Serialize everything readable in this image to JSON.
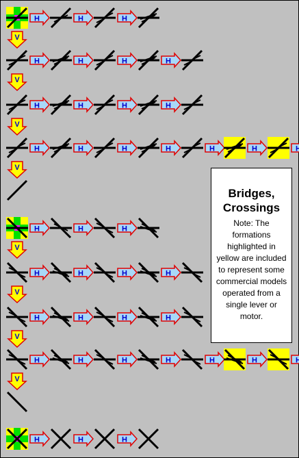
{
  "note": {
    "title_line1": "Bridges,",
    "title_line2": "Crossings",
    "text": "Note: The formations highlighted in yellow are included to represent some commercial models operated from a single lever or motor."
  },
  "labels": {
    "horizontal": "H",
    "vertical": "V"
  },
  "colors": {
    "background": "#c0c0c0",
    "highlight": "#ffff00",
    "arrow_h_fill": "#a8d8f8",
    "arrow_h_stroke": "#e00000",
    "arrow_v_fill": "#ffff00",
    "arrow_v_stroke": "#e00000",
    "label": "#0000cc",
    "track": "#000000"
  },
  "groups": [
    {
      "id": "single-slip-group",
      "rows": [
        [
          "cross-start",
          "single-a",
          "single-b",
          "single-c"
        ],
        [
          "dbl-a",
          "dbl-b",
          "dbl-c",
          "dbl-d",
          "dbl-e"
        ],
        [
          "dbl-f",
          "dbl-g",
          "dbl-h",
          "dbl-i",
          "dbl-j"
        ],
        [
          "dbl-k",
          "dbl-l",
          "dbl-m",
          "dbl-n",
          "dbl-o",
          "dbl-hl1",
          "dbl-hl2",
          "dbl-p"
        ],
        [
          "single-end"
        ]
      ],
      "highlighted": [
        [
          3,
          5
        ],
        [
          3,
          6
        ]
      ]
    },
    {
      "id": "back-slip-group",
      "rows": [
        [
          "cross-start",
          "bk-a",
          "bk-b",
          "bk-c"
        ],
        [
          "bkd-a",
          "bkd-b",
          "bkd-c",
          "bkd-d",
          "bkd-e"
        ],
        [
          "bkd-f",
          "bkd-g",
          "bkd-h",
          "bkd-i",
          "bkd-j"
        ],
        [
          "bkd-k",
          "bkd-l",
          "bkd-m",
          "bkd-n",
          "bkd-o",
          "bkd-hl1",
          "bkd-hl2",
          "bkd-p"
        ],
        [
          "bk-end"
        ]
      ],
      "highlighted": [
        [
          3,
          5
        ],
        [
          3,
          6
        ]
      ]
    },
    {
      "id": "x-cross-group",
      "rows": [
        [
          "cross-start",
          "x-a",
          "x-b",
          "x-c"
        ]
      ],
      "highlighted": []
    }
  ]
}
